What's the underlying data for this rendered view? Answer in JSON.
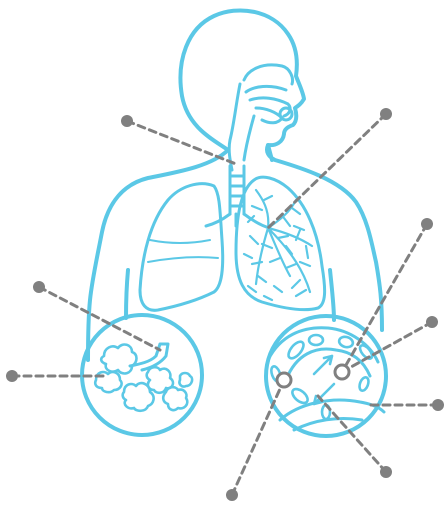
{
  "diagram": {
    "subject": "respiratory-system",
    "colors": {
      "anatomy": "#5bc8e6",
      "leader": "#808080",
      "marker": "#808080",
      "background": "#ffffff"
    },
    "callouts": [
      {
        "id": "callout-nasal-cavity",
        "marker": "dot"
      },
      {
        "id": "callout-lungs",
        "marker": "dot"
      },
      {
        "id": "callout-alveoli-upper",
        "marker": "dot"
      },
      {
        "id": "callout-alveoli-left",
        "marker": "dot"
      },
      {
        "id": "callout-capillary-top",
        "marker": "dot"
      },
      {
        "id": "callout-capillary-upper-right",
        "marker": "dot"
      },
      {
        "id": "callout-capillary-right",
        "marker": "dot"
      },
      {
        "id": "callout-capillary-lower-right",
        "marker": "dot"
      },
      {
        "id": "callout-capillary-bottom",
        "marker": "dot"
      }
    ]
  }
}
